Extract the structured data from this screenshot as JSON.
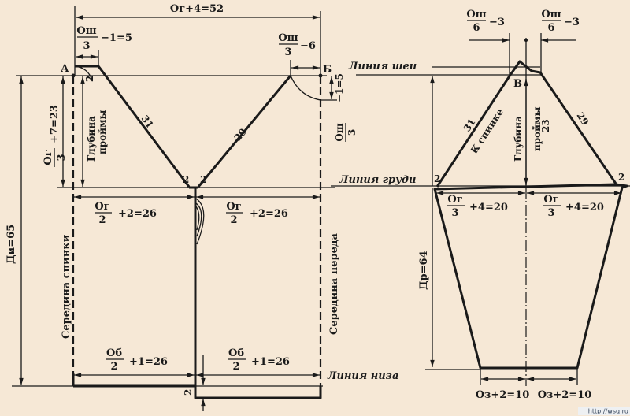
{
  "bodice": {
    "top_width": "Oг+4=52",
    "neck_back_num": "Ош",
    "neck_back_den": "3",
    "neck_back_suffix": "−1=5",
    "neck_front_num": "Ош",
    "neck_front_den": "3",
    "neck_front_suffix": "−6",
    "neck_front_depth_num": "Ош",
    "neck_front_depth_den": "3",
    "neck_front_depth_suffix": "−1=5",
    "point_a": "А",
    "point_b": "Б",
    "neck_curve_mark": "2",
    "back_shoulder": "31",
    "front_shoulder": "29",
    "bust_mark_left": "2",
    "bust_mark_right": "2",
    "armhole_formula_num": "Oг",
    "armhole_formula_den": "3",
    "armhole_formula_suffix": "+7=23",
    "armhole_depth_1": "Глубина",
    "armhole_depth_2": "проймы",
    "length": "Ди=65",
    "back_center": "Середина спинки",
    "front_center": "Середина переда",
    "bust_back_num": "Oг",
    "bust_back_den": "2",
    "bust_back_suffix": "+2=26",
    "bust_front_num": "Oг",
    "bust_front_den": "2",
    "bust_front_suffix": "+2=26",
    "hip_back_num": "Об",
    "hip_back_den": "2",
    "hip_back_suffix": "+1=26",
    "hip_front_num": "Об",
    "hip_front_den": "2",
    "hip_front_suffix": "+1=26",
    "hem_extension": "2",
    "bust_line": "Линия груди",
    "hem_line": "Линия низа"
  },
  "sleeve": {
    "neck_line": "Линия шеи",
    "neck_left_num": "Ош",
    "neck_left_den": "6",
    "neck_left_suffix": "−3",
    "neck_right_num": "Ош",
    "neck_right_den": "6",
    "neck_right_suffix": "−3",
    "point_v": "В",
    "back_edge_num": "31",
    "back_edge_label": "К спинке",
    "front_edge": "29",
    "armhole_depth_1": "Глубина",
    "armhole_depth_2": "проймы",
    "armhole_depth_3": "23",
    "mark_left": "2",
    "mark_right": "2",
    "width_left_num": "Oг",
    "width_left_den": "3",
    "width_left_suffix": "+4=20",
    "width_right_num": "Oг",
    "width_right_den": "3",
    "width_right_suffix": "+4=20",
    "length": "Др=64",
    "cuff_left": "Oз+2=10",
    "cuff_right": "Oз+2=10"
  },
  "watermark": "http://wsq.ru"
}
